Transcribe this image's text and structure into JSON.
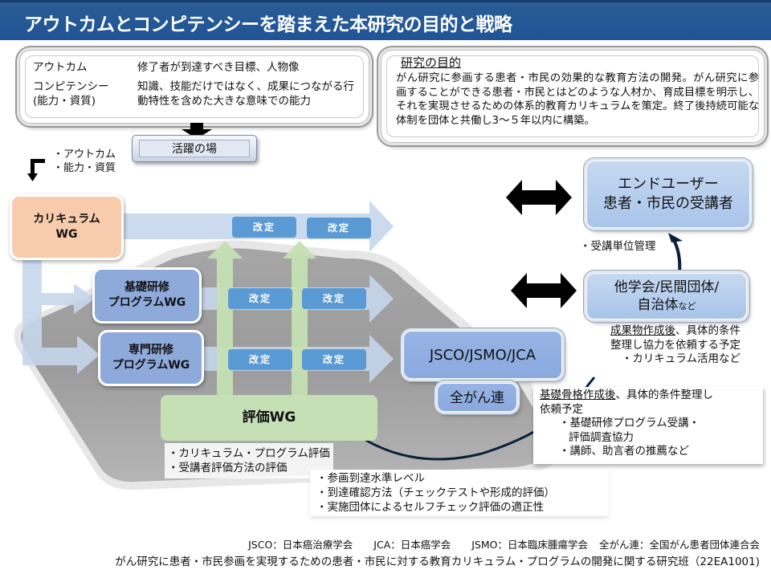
{
  "header": {
    "title": "アウトカムとコンピテンシーを踏まえた本研究の目的と戦略"
  },
  "definitions": [
    {
      "term": "アウトカム",
      "desc": "修了者が到達すべき目標、人物像"
    },
    {
      "term": "コンピテンシー\n(能力・資質)",
      "term_line1": "コンピテンシー",
      "term_line2": "(能力・資質)",
      "desc": "知識、技能だけではなく、成果につながる行動特性を含めた大きな意味での能力"
    }
  ],
  "purpose": {
    "title": "研究の目的",
    "text": "がん研究に参画する患者・市民の効果的な教育方法の開発。がん研究に参画することができる患者・市民とはどのような人材か、育成目標を明示し、それを実現させるための体系的教育カリキュラムを策定。終了後持続可能な体制を団体と共働し3～５年以内に構築。"
  },
  "katsuyaku": {
    "label": "活躍の場"
  },
  "outcome_bullets": [
    "・アウトカム",
    "・能力・資質"
  ],
  "working_groups": {
    "curriculum": {
      "line1": "カリキュラム",
      "line2": "WG"
    },
    "kiso": {
      "line1": "基礎研修",
      "line2": "プログラムWG"
    },
    "senmon": {
      "line1": "専門研修",
      "line2": "プログラムWG"
    },
    "evaluation": {
      "label": "評価WG"
    }
  },
  "revision_label": "改定",
  "evaluation_notes": [
    "・カリキュラム・プログラム評価",
    "・受講者評価方法の評価"
  ],
  "evaluation_notes2": [
    "・参画到達水準レベル",
    "・到達確認方法（チェックテストや形成的評価）",
    "・実施団体によるセルフチェック評価の適正性"
  ],
  "orgs": {
    "enduser": {
      "line1": "エンドユーザー",
      "line2": "患者・市民の受講者"
    },
    "tagakkai": {
      "line1": "他学会/民間団体/",
      "line2": "自治体",
      "suffix": "など"
    },
    "jsco": {
      "label": "JSCO/JSMO/JCA"
    },
    "zengan": {
      "label": "全がん連"
    }
  },
  "enduser_note": "・受講単位管理",
  "tagakkai_note": {
    "underlined": "成果物作成後",
    "rest": "、具体的条件",
    "line2": "整理し協力を依頼する予定",
    "line3": "・カリキュラム活用など"
  },
  "zengan_callout": {
    "underlined": "基礎骨格作成後",
    "rest": "、具体的条件整理し",
    "line2": "依頼予定",
    "line3": "・基礎研修プログラム受講・",
    "line4": "評価調査協力",
    "line5": "・講師、助言者の推薦など"
  },
  "footer": {
    "abbreviations": [
      "JSCO：日本癌治療学会",
      "JCA：日本癌学会",
      "JSMO：日本臨床腫瘍学会",
      "全がん連：全国がん患者団体連合会"
    ],
    "project_title": "がん研究に患者・市民参画を実現するための患者・市民に対する教育カリキュラム・プログラムの開発に関する研究班（22EA1001)"
  },
  "colors": {
    "header_bg": "#1f5497",
    "curriculum_wg": "#f8cbad",
    "program_wg": "#8eaadb",
    "revision": "#5b9bd5",
    "evaluation_wg": "#c5e0b4",
    "org_box": "#c5d9f1",
    "flow_arrow": "#c6d6ec",
    "eval_arrow": "#c5e0b4"
  }
}
